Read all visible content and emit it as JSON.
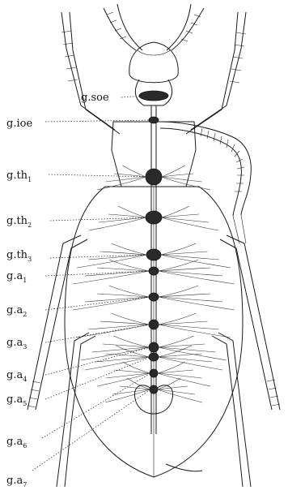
{
  "figure": {
    "labels": [
      {
        "id": "soe",
        "main": "g.soe",
        "sub": ""
      },
      {
        "id": "ioe",
        "main": "g.ioe",
        "sub": ""
      },
      {
        "id": "th1",
        "main": "g.th",
        "sub": "1"
      },
      {
        "id": "th2",
        "main": "g.th",
        "sub": "2"
      },
      {
        "id": "th3",
        "main": "g.th",
        "sub": "3"
      },
      {
        "id": "a1",
        "main": "g.a",
        "sub": "1"
      },
      {
        "id": "a2",
        "main": "g.a",
        "sub": "2"
      },
      {
        "id": "a3",
        "main": "g.a",
        "sub": "3"
      },
      {
        "id": "a4",
        "main": "g.a",
        "sub": "4"
      },
      {
        "id": "a5",
        "main": "g.a",
        "sub": "5"
      },
      {
        "id": "a6",
        "main": "g.a",
        "sub": "6"
      },
      {
        "id": "a7",
        "main": "g.a",
        "sub": "7"
      }
    ]
  }
}
